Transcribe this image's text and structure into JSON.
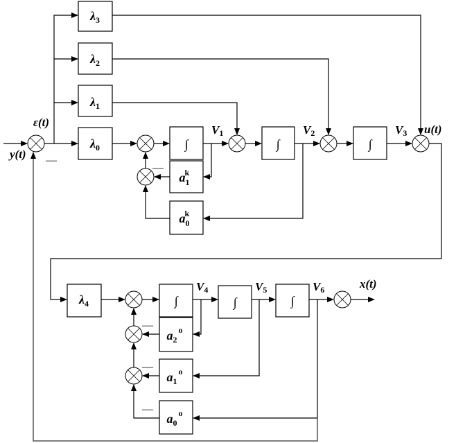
{
  "signals": {
    "y": "y(t)",
    "eps": "ε(t)",
    "u": "u(t)",
    "x": "x(t)",
    "V1": {
      "base": "V",
      "sub": "1"
    },
    "V2": {
      "base": "V",
      "sub": "2"
    },
    "V3": {
      "base": "V",
      "sub": "3"
    },
    "V4": {
      "base": "V",
      "sub": "4"
    },
    "V5": {
      "base": "V",
      "sub": "5"
    },
    "V6": {
      "base": "V",
      "sub": "6"
    }
  },
  "blocks": {
    "lambda0": {
      "base": "λ",
      "sub": "0"
    },
    "lambda1": {
      "base": "λ",
      "sub": "1"
    },
    "lambda2": {
      "base": "λ",
      "sub": "2"
    },
    "lambda3": {
      "base": "λ",
      "sub": "3"
    },
    "lambda4": {
      "base": "λ",
      "sub": "4"
    },
    "integrator": "∫",
    "a1k": {
      "base": "a",
      "sub": "1",
      "sup": "k"
    },
    "a0k": {
      "base": "a",
      "sub": "0",
      "sup": "k"
    },
    "a2o": {
      "base": "a",
      "sub": "2",
      "sup": "o"
    },
    "a1o": {
      "base": "a",
      "sub": "1",
      "sup": "o"
    },
    "a0o": {
      "base": "a",
      "sub": "0",
      "sup": "o"
    }
  },
  "minus_sign": "—"
}
